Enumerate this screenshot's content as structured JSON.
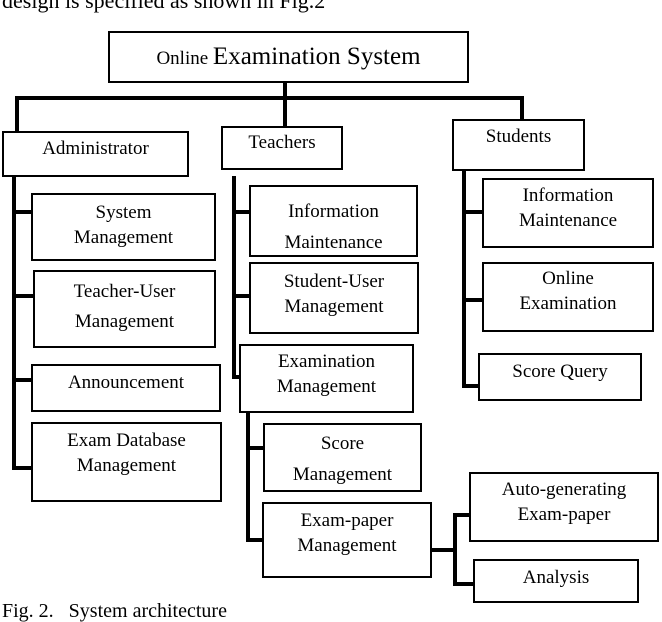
{
  "top_text": "design is specified as shown in Fig.2",
  "root": {
    "small": "Online",
    "large": "Examination System"
  },
  "administrator": {
    "label": "Administrator",
    "items": [
      {
        "line1": "System",
        "line2": "Management"
      },
      {
        "line1": "Teacher-User",
        "line2": "Management"
      },
      {
        "line1": "Announcement"
      },
      {
        "line1": "Exam Database",
        "line2": "Management"
      }
    ]
  },
  "teachers": {
    "label": "Teachers",
    "items": [
      {
        "line1": "Information",
        "line2": "Maintenance"
      },
      {
        "line1": "Student-User",
        "line2": "Management"
      },
      {
        "line1": "Examination",
        "line2": "Management"
      }
    ],
    "exam_mgmt_items": [
      {
        "line1": "Score",
        "line2": "Management"
      },
      {
        "line1": "Exam-paper",
        "line2": "Management"
      }
    ],
    "exam_paper_items": [
      {
        "line1": "Auto-generating",
        "line2": "Exam-paper"
      },
      {
        "line1": "Analysis"
      }
    ]
  },
  "students": {
    "label": "Students",
    "items": [
      {
        "line1": "Information",
        "line2": "Maintenance"
      },
      {
        "line1": "Online",
        "line2": "Examination"
      },
      {
        "line1": "Score Query"
      }
    ]
  },
  "caption": "Fig. 2.   System architecture"
}
